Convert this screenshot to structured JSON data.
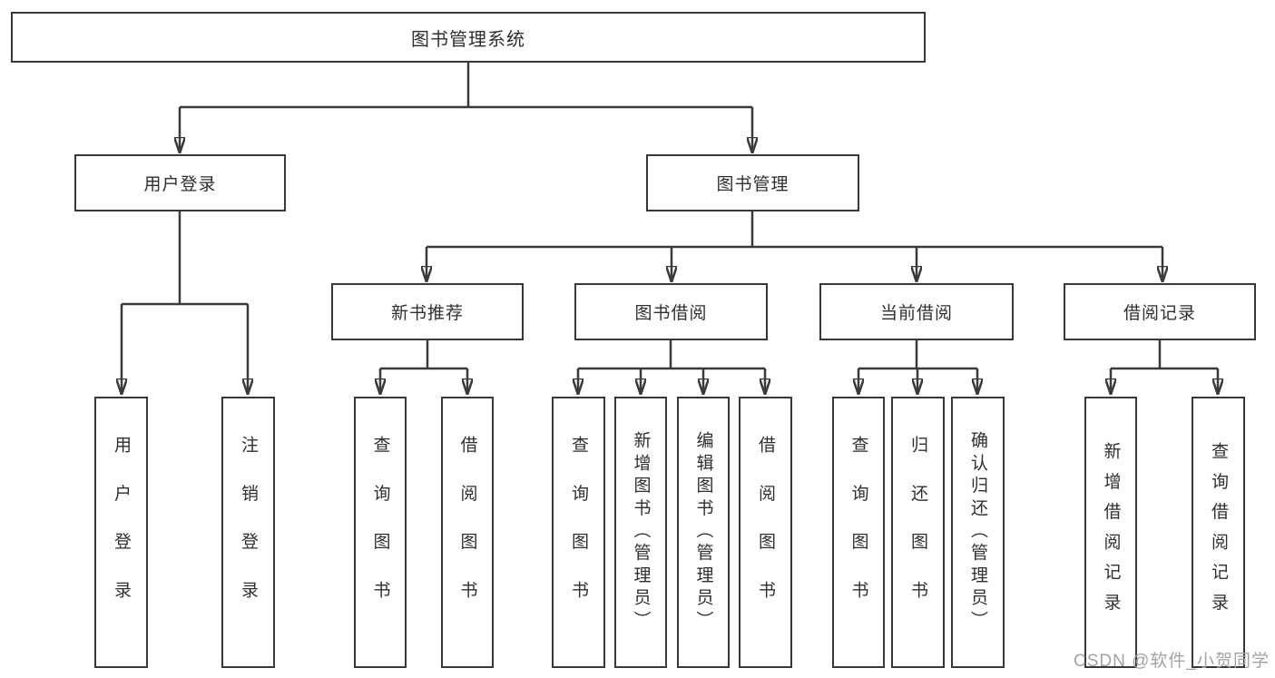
{
  "diagram": {
    "root": {
      "label": "图书管理系统",
      "children": [
        {
          "label": "用户登录",
          "children": [
            {
              "label": "用户登录"
            },
            {
              "label": "注销登录"
            }
          ]
        },
        {
          "label": "图书管理",
          "children": [
            {
              "label": "新书推荐",
              "children": [
                {
                  "label": "查询图书"
                },
                {
                  "label": "借阅图书"
                }
              ]
            },
            {
              "label": "图书借阅",
              "children": [
                {
                  "label": "查询图书"
                },
                {
                  "label": "新增图书（管理员）"
                },
                {
                  "label": "编辑图书（管理员）"
                },
                {
                  "label": "借阅图书"
                }
              ]
            },
            {
              "label": "当前借阅",
              "children": [
                {
                  "label": "查询图书"
                },
                {
                  "label": "归还图书"
                },
                {
                  "label": "确认归还（管理员）"
                }
              ]
            },
            {
              "label": "借阅记录",
              "children": [
                {
                  "label": "新增借阅记录"
                },
                {
                  "label": "查询借阅记录"
                }
              ]
            }
          ]
        }
      ]
    }
  },
  "watermark": {
    "text": "CSDN @软件_小贺同学",
    "color": "#a3a3a3"
  },
  "colors": {
    "line": "#3a3a3a",
    "box_border": "#383838",
    "box_fill": "#ffffff",
    "text": "#2f2f2f",
    "background": "#ffffff"
  }
}
